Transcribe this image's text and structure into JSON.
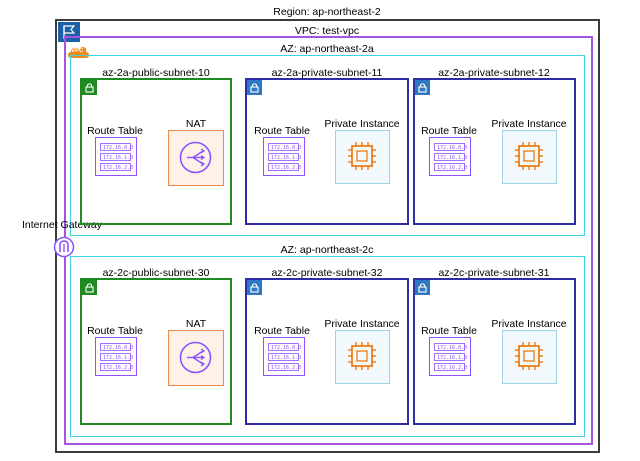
{
  "region": {
    "label": "Region: ap-northeast-2"
  },
  "vpc": {
    "label": "VPC: test-vpc",
    "badge": "VPC"
  },
  "internet_gateway": {
    "label": "Internet Gateway"
  },
  "az_a": {
    "label": "AZ: ap-northeast-2a",
    "subnets": [
      {
        "name": "az-2a-public-subnet-10",
        "kind": "public",
        "route_table": "Route Table",
        "resource": "NAT",
        "routes": [
          "172.16.0.0",
          "172.16.1.0",
          "172.16.2.0"
        ]
      },
      {
        "name": "az-2a-private-subnet-11",
        "kind": "private",
        "route_table": "Route Table",
        "resource": "Private Instance",
        "routes": [
          "172.16.0.0",
          "172.16.1.0",
          "172.16.2.0"
        ]
      },
      {
        "name": "az-2a-private-subnet-12",
        "kind": "private",
        "route_table": "Route Table",
        "resource": "Private Instance",
        "routes": [
          "172.16.0.0",
          "172.16.1.0",
          "172.16.2.0"
        ]
      }
    ]
  },
  "az_c": {
    "label": "AZ: ap-northeast-2c",
    "subnets": [
      {
        "name": "az-2c-public-subnet-30",
        "kind": "public",
        "route_table": "Route Table",
        "resource": "NAT",
        "routes": [
          "172.16.0.0",
          "172.16.1.0",
          "172.16.2.0"
        ]
      },
      {
        "name": "az-2c-private-subnet-32",
        "kind": "private",
        "route_table": "Route Table",
        "resource": "Private Instance",
        "routes": [
          "172.16.0.0",
          "172.16.1.0",
          "172.16.2.0"
        ]
      },
      {
        "name": "az-2c-private-subnet-31",
        "kind": "private",
        "route_table": "Route Table",
        "resource": "Private Instance",
        "routes": [
          "172.16.0.0",
          "172.16.1.0",
          "172.16.2.0"
        ]
      }
    ]
  },
  "colors": {
    "region_border": "#3b3b3b",
    "vpc_border": "#a455e0",
    "az_border": "#3fd3e0",
    "public_subnet": "#1f8a1f",
    "private_subnet": "#2d2da8",
    "route_table": "#8c52ff",
    "nat": "#f08a4b",
    "instance": "#ed7100"
  }
}
